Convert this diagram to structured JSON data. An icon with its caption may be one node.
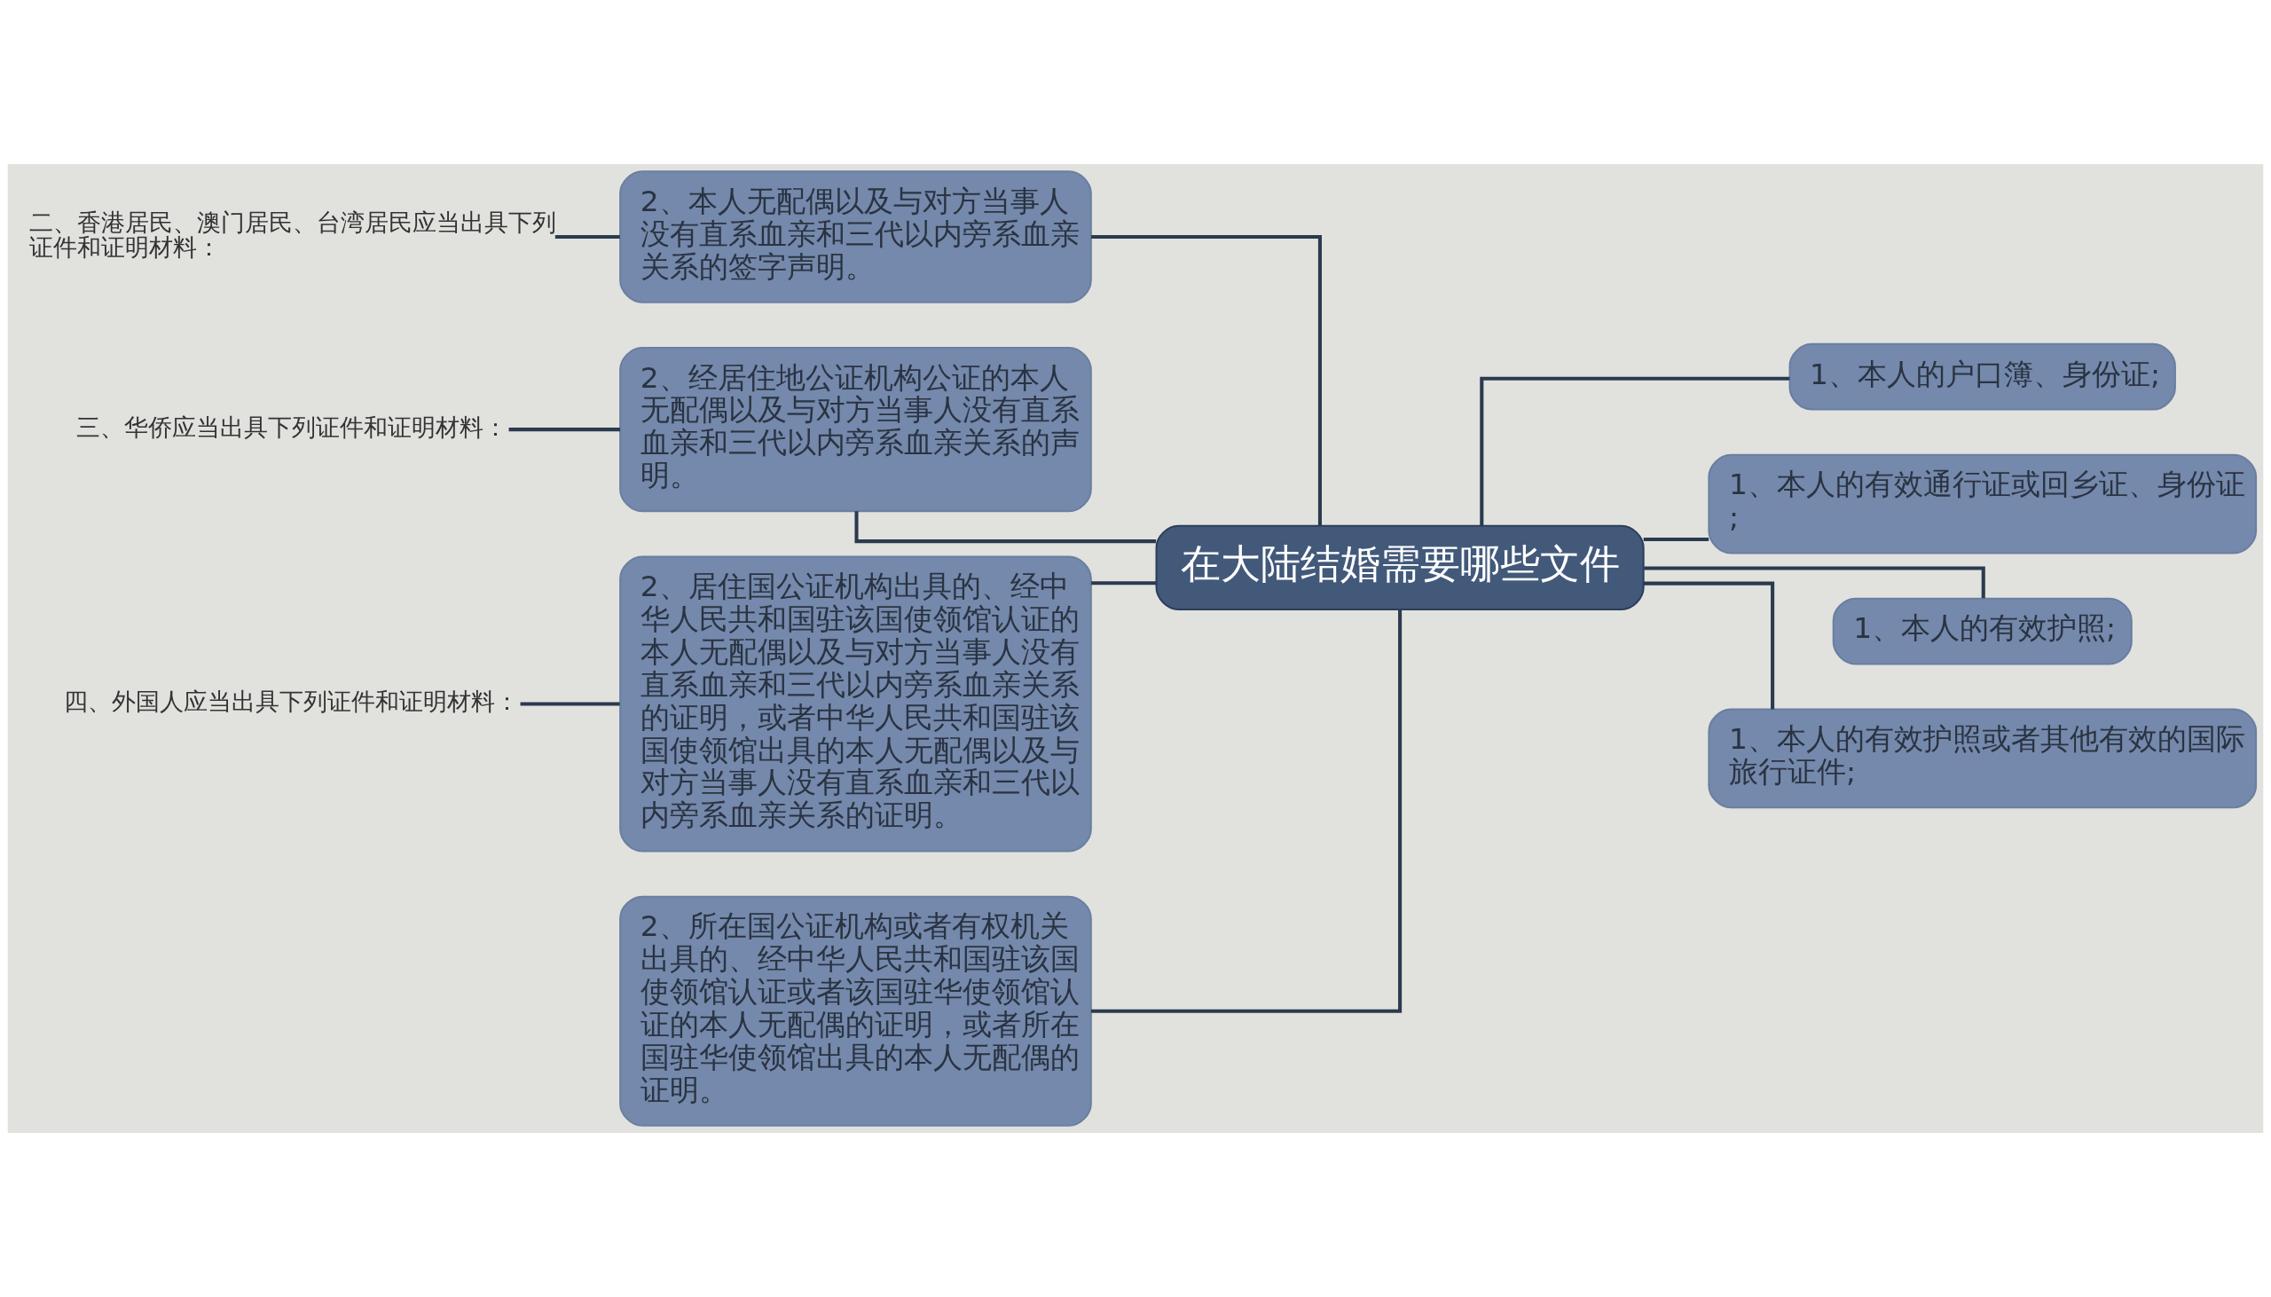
{
  "diagram": {
    "nodes": [
      {
        "text": [
          "在大陆结婚需要哪些文件"
        ]
      },
      {
        "text": [
          "1、本人的户口簿、身份证;"
        ]
      },
      {
        "text": [
          "1、本人的有效通行证或回乡证、身份证;"
        ]
      },
      {
        "text": [
          "1、本人的有效护照;"
        ]
      },
      {
        "text": [
          "1、本人的有效护照或者其他有效的国际旅行证件;"
        ]
      },
      {
        "text": [
          "2、本人无配偶以及与对方当事人没有直系血亲和三代以内旁系血亲关系的签字声明。"
        ]
      },
      {
        "text": [
          "2、经居住地公证机构公证的本人无配偶以及与对方当事人没有直系血亲和三代以内旁系血亲关系的声明。"
        ]
      },
      {
        "text": [
          "2、居住国公证机构出具的、经中华人民共和国驻该国使领馆认证的本人无配偶以及与对方当事人没有直系血亲和三代以内旁系血亲关系的证明，或者中华人民共和国驻该国使领馆出具的本人无配偶以及与对方当事人没有直系血亲和三代以内旁系血亲关系的证明。"
        ]
      },
      {
        "text": [
          "2、所在国公证机构或者有权机关出具的、经中华人民共和国驻该国使领馆认证或者该国驻华使领馆认证的本人无配偶的证明，或者所在国驻华使领馆出具的本人无配偶的证明。"
        ]
      },
      {
        "text": [
          "二、香港居民、澳门居民、台湾居民应当出具下列证件和证明材料："
        ]
      },
      {
        "text": [
          "三、华侨应当出具下列证件和证明材料："
        ]
      },
      {
        "text": [
          "四、外国人应当出具下列证件和证明材料："
        ]
      }
    ],
    "edges": [
      {
        "from": 0,
        "to": 1,
        "arrow": "none"
      },
      {
        "from": 0,
        "to": 2,
        "arrow": "none"
      },
      {
        "from": 0,
        "to": 3,
        "arrow": "none"
      },
      {
        "from": 0,
        "to": 4,
        "arrow": "none"
      },
      {
        "from": 5,
        "to": 0,
        "arrow": "none"
      },
      {
        "from": 6,
        "to": 0,
        "arrow": "none"
      },
      {
        "from": 7,
        "to": 0,
        "arrow": "none"
      },
      {
        "from": 8,
        "to": 0,
        "arrow": "none"
      },
      {
        "from": 9,
        "to": 5,
        "arrow": "none"
      },
      {
        "from": 10,
        "to": 6,
        "arrow": "none"
      },
      {
        "from": 11,
        "to": 7,
        "arrow": "none"
      }
    ]
  }
}
